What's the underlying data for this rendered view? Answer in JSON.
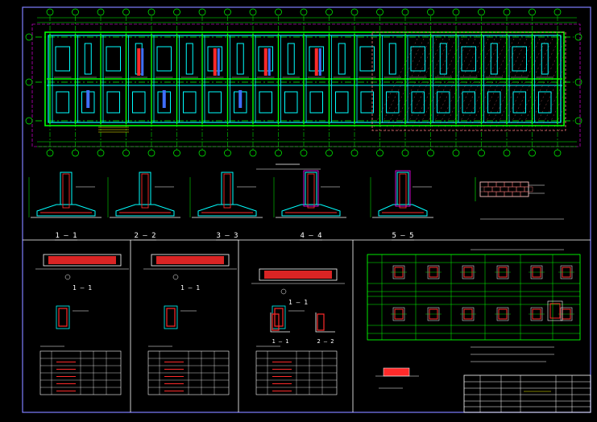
{
  "colors": {
    "background": "#000000",
    "frame": "#7f7fff",
    "axis": "#00ff00",
    "wall": "#00ffff",
    "rebar": "#ff2a2a",
    "foundation": "#ffffff",
    "hatch": "#ff7f7f",
    "note": "#ffff00",
    "table_line": "#ffffff",
    "magenta": "#ff00ff"
  },
  "sections": [
    {
      "label": "1 — 1"
    },
    {
      "label": "2 — 2"
    },
    {
      "label": "3 — 3"
    },
    {
      "label": "4 — 4"
    },
    {
      "label": "5 — 5"
    }
  ],
  "beam_sections": [
    {
      "label": "1 — 1"
    },
    {
      "label": "1 — 1"
    },
    {
      "label": "1 — 1"
    }
  ],
  "joint_sections": [
    {
      "label": "1 — 1"
    },
    {
      "label": "2 — 2"
    }
  ]
}
